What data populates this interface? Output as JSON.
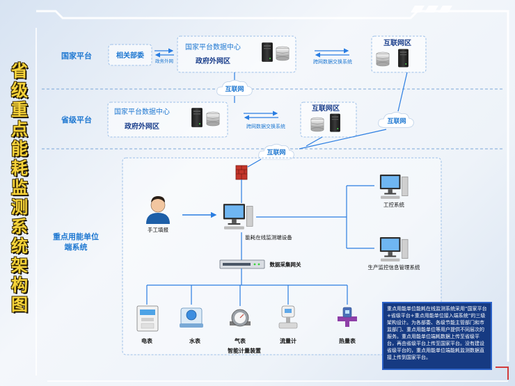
{
  "title": "省级重点能耗监测系统架构图",
  "levels": {
    "national": "国家平台",
    "provincial": "省级平台",
    "enterprise": "重点用能单位端系统"
  },
  "national": {
    "dept": "相关部委",
    "gov_link": "政务外网",
    "dc_title": "国家平台数据中心",
    "dc_net": "政府外网区",
    "exchange": "跨网数据交换系统",
    "internet_zone": "互联网区"
  },
  "provincial": {
    "dc_title": "国家平台数据中心",
    "dc_net": "政府外网区",
    "exchange": "跨网数据交换系统",
    "internet_zone": "互联网区"
  },
  "clouds": [
    "互联网",
    "互联网",
    "互联网"
  ],
  "enterprise": {
    "manual": "手工填报",
    "terminal": "能耗在线监测端设备",
    "gateway": "数据采集网关",
    "industrial": "工控系统",
    "production": "生产监控信息管理系统",
    "meter_group": "智能计量装置",
    "meters": [
      "电表",
      "水表",
      "气表",
      "流量计",
      "热量表"
    ]
  },
  "description": "重点用能单位能耗在线监测系统采用“国家平台+省级平台+重点用能单位接入端系统”的三级架构设计。为各部委、各级节能主管部门和市监部门、重点用能单位等用户提供不同层次的服务。重点用能单位端耗数据上传至省级平台，再由省级平台上传至国家平台。没有建设省级平台的，重点用能单位端能耗监测数据直接上传到国家平台。",
  "colors": {
    "title_yellow": "#f6d33a",
    "label_blue": "#1f78d1",
    "dark_blue": "#1b3f8c",
    "panel_navy": "#163a82"
  }
}
